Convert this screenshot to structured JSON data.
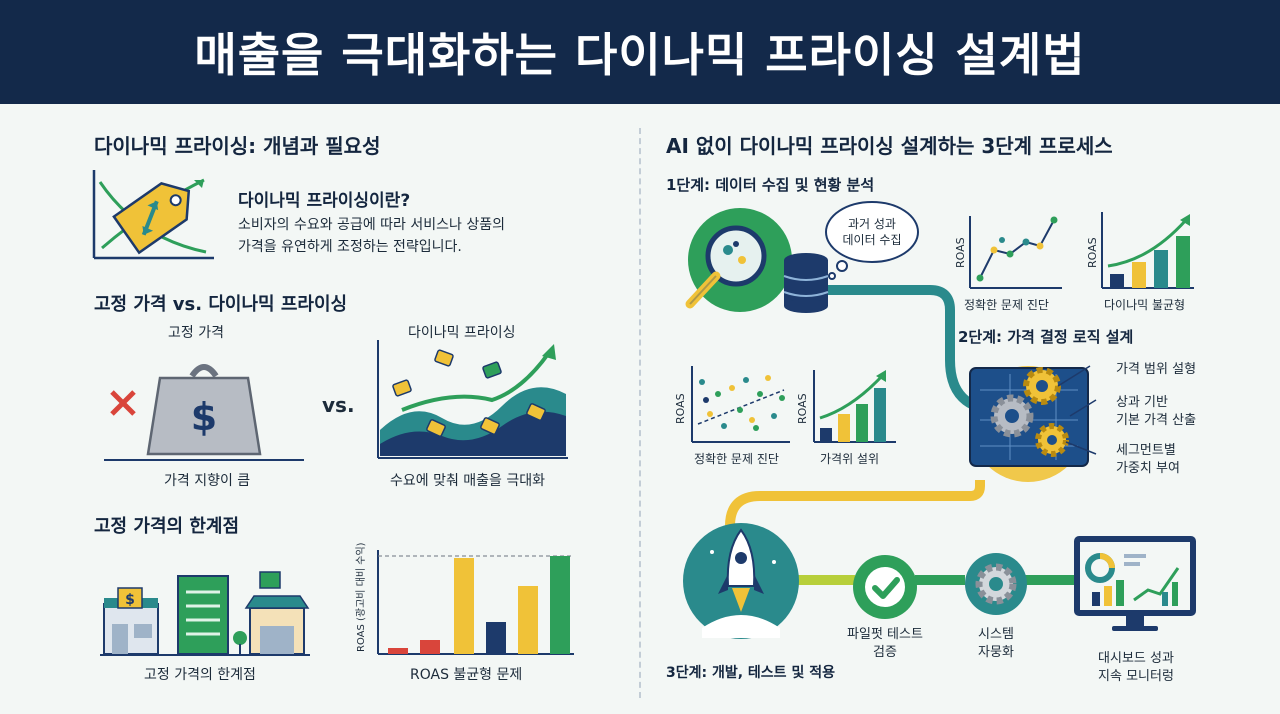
{
  "title": "매출을 극대화하는 다이나믹 프라이싱 설계법",
  "left": {
    "section1": {
      "heading": "다이나믹 프라이싱: 개념과 필요성",
      "subheading": "다이나믹 프라이싱이란?",
      "description_line1": "소비자의 수요와 공급에 따라 서비스나 상품의",
      "description_line2": "가격을 유연하게 조정하는 전략입니다."
    },
    "section2": {
      "heading": "고정 가격 vs. 다이나믹 프라이싱",
      "fixed_label": "고정 가격",
      "fixed_caption": "가격 지향이 큼",
      "vs": "vs.",
      "dynamic_label": "다이나믹 프라이싱",
      "dynamic_caption": "수요에 맞춰 매출을 극대화"
    },
    "section3": {
      "heading": "고정 가격의 한계점",
      "stores_caption": "고정 가격의 한계점",
      "chart_caption": "ROAS 불균형 문제",
      "chart_ylabel": "ROAS (광고비 대비 수익)"
    }
  },
  "right": {
    "heading": "AI 없이 다이나믹 프라이싱 설계하는 3단계 프로세스",
    "step1": {
      "title": "1단계: 데이터 수집 및 현황 분석",
      "bubble_line1": "과거 성과",
      "bubble_line2": "데이터 수집",
      "chart1_ylabel": "ROAS",
      "chart1_caption": "정확한 문제 진단",
      "chart2_ylabel": "ROAS",
      "chart2_caption": "다이나믹 불균형"
    },
    "step2": {
      "title": "2단계: 가격 결정 로직 설계",
      "chart1_ylabel": "ROAS",
      "chart1_caption": "정확한 문제 진단",
      "chart2_ylabel": "ROAS",
      "chart2_caption": "가격위 설위",
      "item1": "가격 범위 설형",
      "item2_line1": "상과 기반",
      "item2_line2": "기본 가격 산출",
      "item3_line1": "세그먼트별",
      "item3_line2": "가중치 부여"
    },
    "step3": {
      "title": "3단계: 개발, 테스트 및 적용",
      "pilot_line1": "파일펏 테스트",
      "pilot_line2": "검증",
      "system_line1": "시스템",
      "system_line2": "자뭉화",
      "dash_line1": "대시보드 성과",
      "dash_line2": "지속 모니터렁"
    }
  },
  "icons": {
    "price_tag": "price-tag-icon",
    "weight": "dollar-weight-icon",
    "cross": "cross-icon",
    "magnifier": "magnifier-icon",
    "database": "database-icon",
    "blueprint": "blueprint-gears-icon",
    "rocket": "rocket-icon",
    "check": "check-circle-icon",
    "gear": "gear-icon",
    "monitor": "dashboard-monitor-icon",
    "store": "store-icon"
  },
  "colors": {
    "header_bg": "#13294a",
    "navy": "#1d3a6b",
    "green": "#2e9f5a",
    "teal": "#2a8a8c",
    "yellow": "#f0c238",
    "red": "#d9453b"
  }
}
